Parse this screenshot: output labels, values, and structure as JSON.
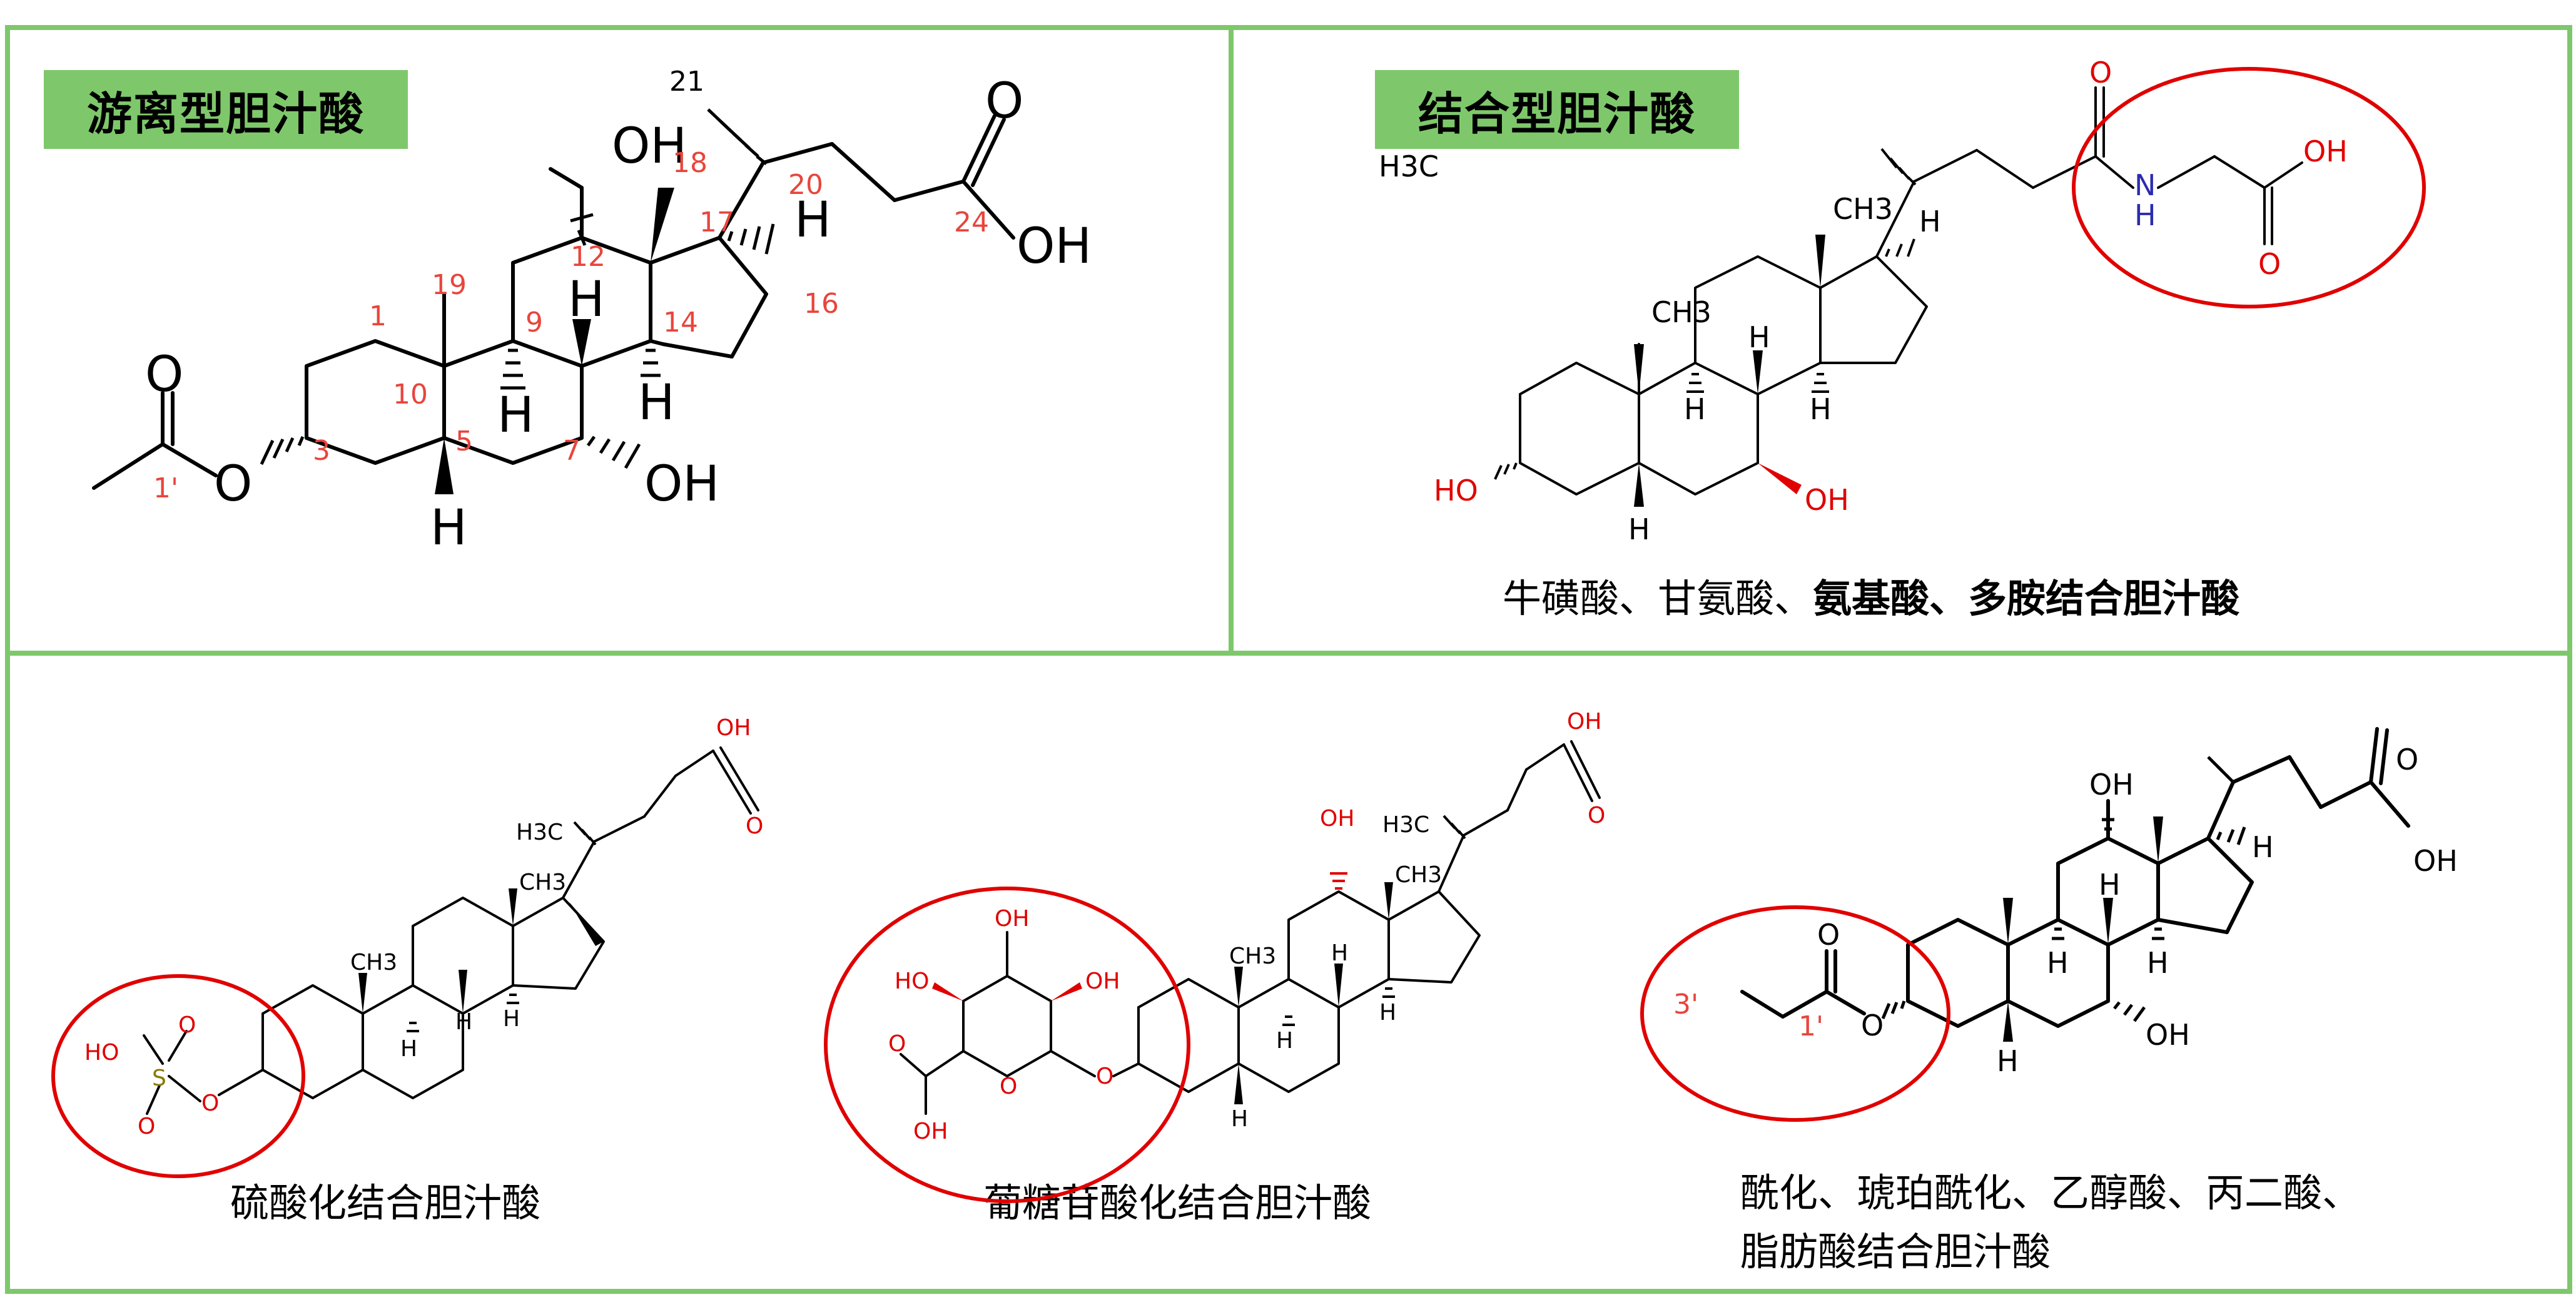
{
  "panels": {
    "free": {
      "title": "游离型胆汁酸"
    },
    "conjugated": {
      "title": "结合型胆汁酸",
      "caption_plain": "牛磺酸、甘氨酸、",
      "caption_bold": "氨基酸、多胺结合胆汁酸"
    },
    "sulfate": {
      "caption": "硫酸化结合胆汁酸"
    },
    "glucuronide": {
      "caption": "葡糖苷酸化结合胆汁酸"
    },
    "acyl": {
      "caption_line1": "酰化、琥珀酰化、乙醇酸、丙二酸、",
      "caption_line2": "脂肪酸结合胆汁酸"
    }
  },
  "molecule_labels": {
    "free": {
      "carbon_numbers": [
        "21",
        "18",
        "20",
        "17",
        "12",
        "19",
        "9",
        "14",
        "16",
        "1",
        "10",
        "3",
        "5",
        "7",
        "24",
        "1'"
      ],
      "atoms": {
        "oh_12": "OH",
        "oh_24": "OH",
        "o_24": "O",
        "oh_7": "OH",
        "o_acetyl": "O",
        "o_ester": "O",
        "h_17": "H",
        "h_9": "H",
        "h_8": "H",
        "h_14": "H",
        "h_5": "H"
      }
    },
    "conjugated": {
      "atoms": {
        "h3c": "H3C",
        "ch3_18": "CH3",
        "ch3_19": "CH3",
        "o_amide": "O",
        "n": "N",
        "h_n": "H",
        "oh": "OH",
        "o_acid": "O",
        "ho_3": "HO",
        "oh_7": "OH",
        "h_17": "H",
        "h_8": "H",
        "h_9": "H",
        "h_14": "H",
        "h_5": "H"
      }
    },
    "sulfate": {
      "atoms": {
        "oh": "OH",
        "o_acid": "O",
        "h3c": "H3C",
        "ch3_18": "CH3",
        "ch3_19": "CH3",
        "ho_s": "HO",
        "s": "S",
        "o1": "O",
        "o2": "O",
        "o_link": "O",
        "h_8": "H",
        "h_9": "H",
        "h_14": "H"
      }
    },
    "glucuronide": {
      "atoms": {
        "oh": "OH",
        "o_acid": "O",
        "h3c": "H3C",
        "oh_12": "OH",
        "ch3_18": "CH3",
        "ch3_19": "CH3",
        "oh_top": "OH",
        "ho_left": "HO",
        "oh_right": "OH",
        "o_ring": "O",
        "o_link": "O",
        "o_carb": "O",
        "oh_carb": "OH",
        "h_8": "H",
        "h_9": "H",
        "h_14": "H",
        "h_5": "H"
      }
    },
    "acyl": {
      "atoms": {
        "oh_12": "OH",
        "o_acid": "O",
        "oh_acid": "OH",
        "h_17": "H",
        "h_8": "H",
        "h_9": "H",
        "h_14": "H",
        "h_5": "H",
        "oh_7": "OH",
        "o_carbonyl": "O",
        "o_ester": "O"
      },
      "numbers": [
        "3'",
        "1'"
      ]
    }
  },
  "colors": {
    "frame": "#7ec86b",
    "badge": "#7ec86b",
    "highlight_circle": "#e00000",
    "numbering": "#e8453c"
  }
}
